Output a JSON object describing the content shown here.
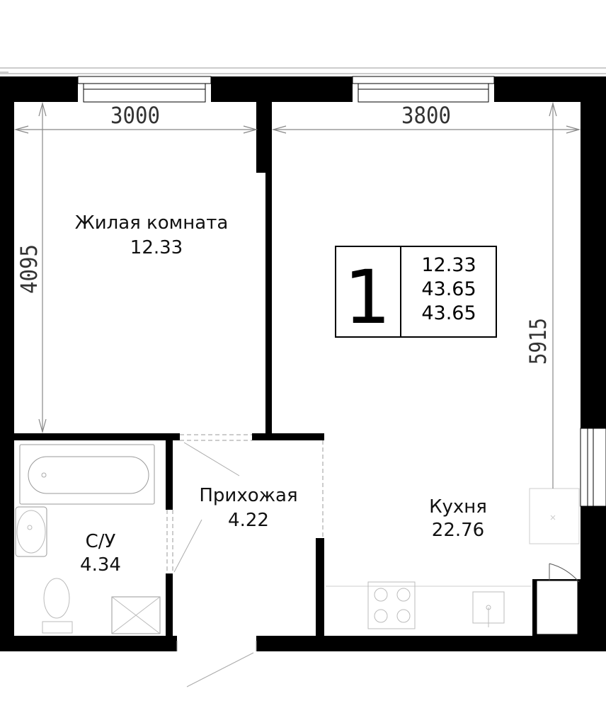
{
  "rooms": {
    "living": {
      "name": "Жилая комната",
      "area": "12.33"
    },
    "hall": {
      "name": "Прихожая",
      "area": "4.22"
    },
    "bathroom": {
      "name": "С/У",
      "area": "4.34"
    },
    "kitchen": {
      "name": "Кухня",
      "area": "22.76"
    }
  },
  "dimensions": {
    "living_width": "3000",
    "kitchen_width": "3800",
    "living_depth": "4095",
    "kitchen_depth": "5915"
  },
  "info_box": {
    "rooms_count": "1",
    "living_area": "12.33",
    "total_area": "43.65",
    "total_area_2": "43.65"
  }
}
